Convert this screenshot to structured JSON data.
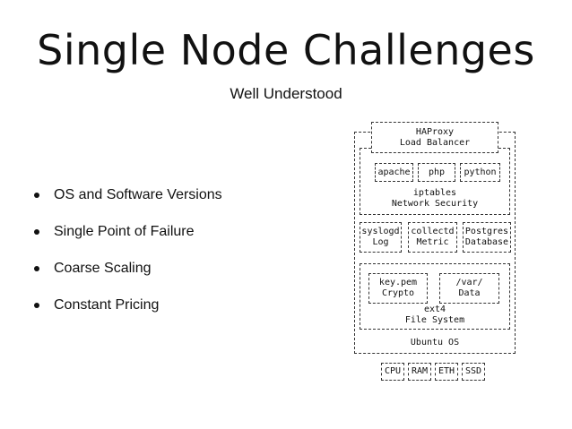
{
  "slide": {
    "title": "Single Node Challenges",
    "subtitle": "Well Understood"
  },
  "bullets": [
    "OS and Software Versions",
    "Single Point of Failure",
    "Coarse Scaling",
    "Constant Pricing"
  ],
  "diagram": {
    "haproxy": {
      "line1": "HAProxy",
      "line2": "Load Balancer"
    },
    "services": [
      "apache",
      "php",
      "python"
    ],
    "network": {
      "line1": "iptables",
      "line2": "Network Security"
    },
    "syslogd": {
      "line1": "syslogd",
      "line2": "Log"
    },
    "collectd": {
      "line1": "collectd",
      "line2": "Metric"
    },
    "postgres": {
      "line1": "Postgres",
      "line2": "Database"
    },
    "keypem": {
      "line1": "key.pem",
      "line2": "Crypto"
    },
    "var": {
      "line1": "/var/",
      "line2": "Data"
    },
    "filesystem": {
      "line1": "ext4",
      "line2": "File System"
    },
    "os": {
      "line1": "Ubuntu OS"
    },
    "hardware": [
      "CPU",
      "RAM",
      "ETH",
      "SSD"
    ]
  }
}
